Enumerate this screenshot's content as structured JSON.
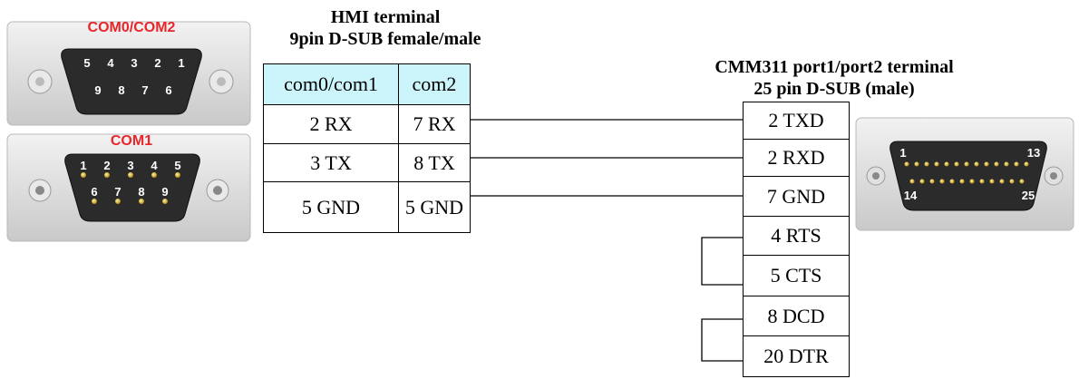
{
  "hmi": {
    "title_line1": "HMI terminal",
    "title_line2": "9pin D-SUB female/male",
    "headers": [
      "com0/com1",
      "com2"
    ],
    "rows": [
      [
        "2 RX",
        "7 RX"
      ],
      [
        "3 TX",
        "8 TX"
      ],
      [
        "5 GND",
        "5 GND"
      ]
    ]
  },
  "cmm": {
    "title_line1": "CMM311 port1/port2 terminal",
    "title_line2": "25 pin D-SUB (male)",
    "rows": [
      "2 TXD",
      "2 RXD",
      "7 GND",
      "4 RTS",
      "5 CTS",
      "8 DCD",
      "20 DTR"
    ]
  },
  "connectors": {
    "com0_com2_label": "COM0/COM2",
    "com1_label": "COM1",
    "com0_top_pins": [
      "5",
      "4",
      "3",
      "2",
      "1"
    ],
    "com0_bottom_pins": [
      "9",
      "8",
      "7",
      "6"
    ],
    "com1_top_pins": [
      "1",
      "2",
      "3",
      "4",
      "5"
    ],
    "com1_bottom_pins": [
      "6",
      "7",
      "8",
      "9"
    ],
    "db25_corner_pins": [
      "1",
      "13",
      "14",
      "25"
    ]
  },
  "colors": {
    "header_fill": "#ccf5fb",
    "connector_label": "#e8262a",
    "plate": "#dcdcdc"
  }
}
